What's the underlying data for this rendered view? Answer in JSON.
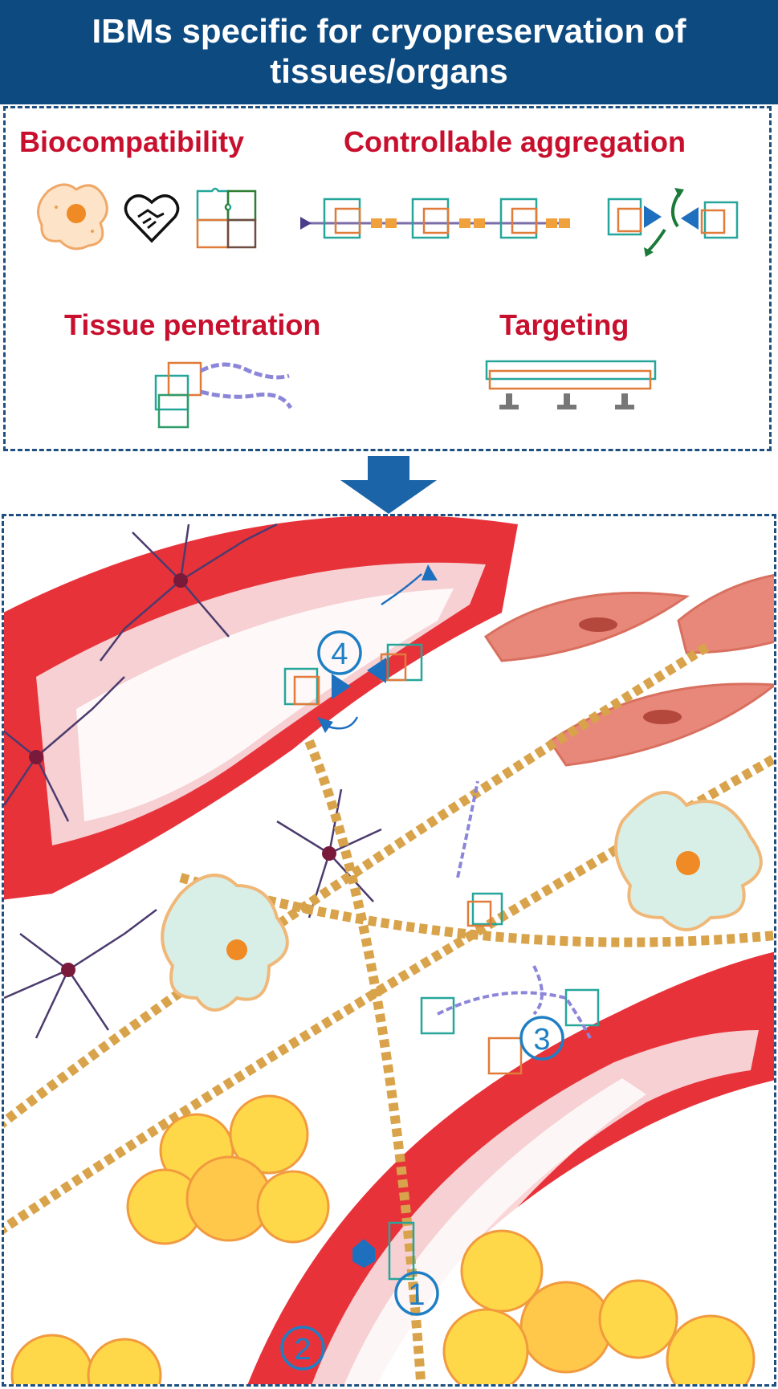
{
  "header": {
    "title_line1": "IBMs specific for cryopreservation of",
    "title_line2": "tissues/organs"
  },
  "properties": {
    "biocompatibility": "Biocompatibility",
    "controllable_aggregation": "Controllable aggregation",
    "tissue_penetration": "Tissue penetration",
    "targeting": "Targeting"
  },
  "steps": [
    "1",
    "2",
    "3",
    "4"
  ],
  "colors": {
    "header_bg": "#0d4a80",
    "label_red": "#c8102e",
    "border_blue": "#1d4f80",
    "step_blue": "#1f7fc4"
  },
  "icons": [
    "cell-icon",
    "handshake-heart-icon",
    "puzzle-icon",
    "puzzle-chain-icon",
    "arrow-down-icon"
  ]
}
